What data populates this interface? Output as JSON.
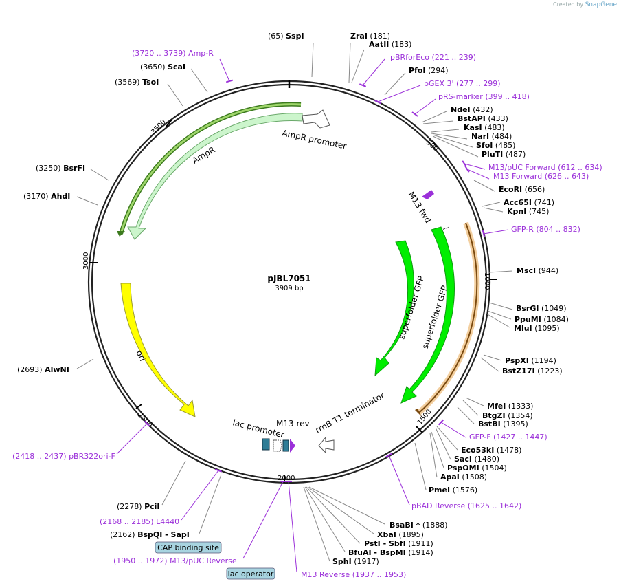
{
  "credit": {
    "created_by": "Created by",
    "app": "SnapGene"
  },
  "plasmid": {
    "name": "pJBL7051",
    "size": "3909 bp"
  },
  "ticks": [
    "500",
    "1000",
    "1500",
    "2000",
    "2500",
    "3000",
    "3500"
  ],
  "sites": [
    {
      "id": "sspi",
      "pos": "(65)",
      "name": "SspI",
      "type": "site"
    },
    {
      "id": "zrai",
      "pos": "(181)",
      "name": "ZraI",
      "type": "site"
    },
    {
      "id": "aatii",
      "pos": "(183)",
      "name": "AatII",
      "type": "site"
    },
    {
      "id": "pbrforeco",
      "pos": "(221 .. 239)",
      "name": "pBRforEco",
      "type": "primer"
    },
    {
      "id": "pfoi",
      "pos": "(294)",
      "name": "PfoI",
      "type": "site"
    },
    {
      "id": "pgex3",
      "pos": "(277 .. 299)",
      "name": "pGEX 3'",
      "type": "primer"
    },
    {
      "id": "prsmarker",
      "pos": "(399 .. 418)",
      "name": "pRS-marker",
      "type": "primer"
    },
    {
      "id": "ndei",
      "pos": "(432)",
      "name": "NdeI",
      "type": "site"
    },
    {
      "id": "bstapi",
      "pos": "(433)",
      "name": "BstAPI",
      "type": "site"
    },
    {
      "id": "kasi",
      "pos": "(483)",
      "name": "KasI",
      "type": "site"
    },
    {
      "id": "nari",
      "pos": "(484)",
      "name": "NarI",
      "type": "site"
    },
    {
      "id": "sfoi",
      "pos": "(485)",
      "name": "SfoI",
      "type": "site"
    },
    {
      "id": "pluti",
      "pos": "(487)",
      "name": "PluTI",
      "type": "site"
    },
    {
      "id": "m13puc",
      "pos": "(612 .. 634)",
      "name": "M13/pUC Forward",
      "type": "primer"
    },
    {
      "id": "m13fwd",
      "pos": "(626 .. 643)",
      "name": "M13 Forward",
      "type": "primer"
    },
    {
      "id": "ecori",
      "pos": "(656)",
      "name": "EcoRI",
      "type": "site"
    },
    {
      "id": "acc65i",
      "pos": "(741)",
      "name": "Acc65I",
      "type": "site"
    },
    {
      "id": "kpni",
      "pos": "(745)",
      "name": "KpnI",
      "type": "site"
    },
    {
      "id": "gfpr",
      "pos": "(804 .. 832)",
      "name": "GFP-R",
      "type": "primer"
    },
    {
      "id": "msci",
      "pos": "(944)",
      "name": "MscI",
      "type": "site"
    },
    {
      "id": "bsrgi",
      "pos": "(1049)",
      "name": "BsrGI",
      "type": "site"
    },
    {
      "id": "ppumi",
      "pos": "(1084)",
      "name": "PpuMI",
      "type": "site"
    },
    {
      "id": "mlui",
      "pos": "(1095)",
      "name": "MluI",
      "type": "site"
    },
    {
      "id": "pspxi",
      "pos": "(1194)",
      "name": "PspXI",
      "type": "site"
    },
    {
      "id": "bstz17i",
      "pos": "(1223)",
      "name": "BstZ17I",
      "type": "site"
    },
    {
      "id": "mfei",
      "pos": "(1333)",
      "name": "MfeI",
      "type": "site"
    },
    {
      "id": "btgzi",
      "pos": "(1354)",
      "name": "BtgZI",
      "type": "site"
    },
    {
      "id": "bstbi",
      "pos": "(1395)",
      "name": "BstBI",
      "type": "site"
    },
    {
      "id": "gfpf",
      "pos": "(1427 .. 1447)",
      "name": "GFP-F",
      "type": "primer"
    },
    {
      "id": "eco53ki",
      "pos": "(1478)",
      "name": "Eco53kI",
      "type": "site"
    },
    {
      "id": "saci",
      "pos": "(1480)",
      "name": "SacI",
      "type": "site"
    },
    {
      "id": "pspomi",
      "pos": "(1504)",
      "name": "PspOMI",
      "type": "site"
    },
    {
      "id": "apai",
      "pos": "(1508)",
      "name": "ApaI",
      "type": "site"
    },
    {
      "id": "pmei",
      "pos": "(1576)",
      "name": "PmeI",
      "type": "site"
    },
    {
      "id": "pbadrev",
      "pos": "(1625 .. 1642)",
      "name": "pBAD Reverse",
      "type": "primer"
    },
    {
      "id": "bsabi",
      "pos": "(1888)",
      "name": "BsaBI *",
      "type": "site"
    },
    {
      "id": "xbai",
      "pos": "(1895)",
      "name": "XbaI",
      "type": "site"
    },
    {
      "id": "psti",
      "pos": "(1911)",
      "name": "PstI  - SbfI",
      "type": "site"
    },
    {
      "id": "bfuai",
      "pos": "(1914)",
      "name": "BfuAI  - BspMI",
      "type": "site"
    },
    {
      "id": "sphi",
      "pos": "(1917)",
      "name": "SphI",
      "type": "site"
    },
    {
      "id": "m13rev",
      "pos": "(1937 .. 1953)",
      "name": "M13 Reverse",
      "type": "primer"
    },
    {
      "id": "m13pucrev",
      "pos": "(1950 .. 1972)",
      "name": "M13/pUC Reverse",
      "type": "primer"
    },
    {
      "id": "bspqi",
      "pos": "(2162)",
      "name": "BspQI  - SapI",
      "type": "site"
    },
    {
      "id": "l4440",
      "pos": "(2168 .. 2185)",
      "name": "L4440",
      "type": "primer"
    },
    {
      "id": "pcii",
      "pos": "(2278)",
      "name": "PciI",
      "type": "site"
    },
    {
      "id": "pbr322ori",
      "pos": "(2418 .. 2437)",
      "name": "pBR322ori-F",
      "type": "primer"
    },
    {
      "id": "alwni",
      "pos": "(2693)",
      "name": "AlwNI",
      "type": "site"
    },
    {
      "id": "ahdi",
      "pos": "(3170)",
      "name": "AhdI",
      "type": "site"
    },
    {
      "id": "bsrfi",
      "pos": "(3250)",
      "name": "BsrFI",
      "type": "site"
    },
    {
      "id": "tsoi",
      "pos": "(3569)",
      "name": "TsoI",
      "type": "site"
    },
    {
      "id": "scai",
      "pos": "(3650)",
      "name": "ScaI",
      "type": "site"
    },
    {
      "id": "ampr_primer",
      "pos": "(3720 .. 3739)",
      "name": "Amp-R",
      "type": "primer"
    }
  ],
  "boxes": {
    "cap": "CAP binding site",
    "lacop": "lac operator"
  },
  "features": {
    "ampr": "AmpR",
    "ampr_promoter": "AmpR promoter",
    "ori": "ori",
    "sfgfp_inner": "superfolder GFP",
    "sfgfp_outer": "superfolder GFP",
    "m13fwd": "M13 fwd",
    "m13rev": "M13 rev",
    "lac_promoter": "lac promoter",
    "rrnb": "rrnB T1 terminator"
  },
  "colors": {
    "backbone": "#222222",
    "primer": "#9b30d9",
    "ampr": "#ccf5cc",
    "ampr_orf": "#5aa02c",
    "ori": "#ffff00",
    "gfp": "#00ee00",
    "gfp_orf": "#e8a040",
    "box": "#a8d4e0",
    "lac_op": "#2e7d96"
  }
}
